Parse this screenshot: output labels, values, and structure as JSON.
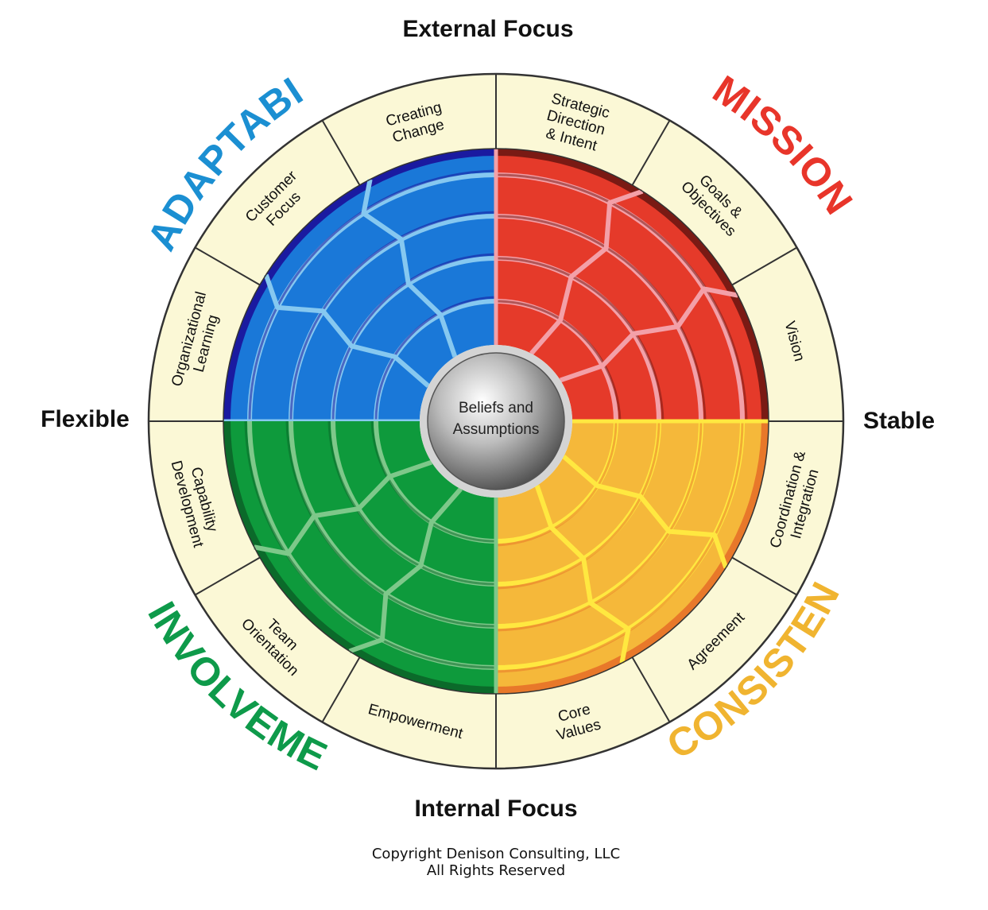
{
  "axes": {
    "top": "External Focus",
    "bottom": "Internal Focus",
    "left": "Flexible",
    "right": "Stable"
  },
  "center": {
    "lines": [
      "Beliefs and",
      "Assumptions"
    ]
  },
  "traits": [
    {
      "id": "adaptability",
      "name": "ADAPTABILITY",
      "color": "#1b8fd2",
      "fill": "#1a78d8",
      "divider": "#1a1aa0",
      "highlight": "#86c8f0",
      "indexes": [
        {
          "lines": [
            "Organizational",
            "Learning"
          ]
        },
        {
          "lines": [
            "Customer",
            "Focus"
          ]
        },
        {
          "lines": [
            "Creating",
            "Change"
          ]
        }
      ]
    },
    {
      "id": "mission",
      "name": "MISSION",
      "color": "#e8352a",
      "fill": "#e53a2a",
      "divider": "#7a1a14",
      "highlight": "#f3a0a8",
      "indexes": [
        {
          "lines": [
            "Strategic",
            "Direction",
            "& Intent"
          ]
        },
        {
          "lines": [
            "Goals &",
            "Objectives"
          ]
        },
        {
          "lines": [
            "Vision"
          ]
        }
      ]
    },
    {
      "id": "consistency",
      "name": "CONSISTENCY",
      "color": "#f0b430",
      "fill": "#f5b83a",
      "divider": "#e8782a",
      "highlight": "#ffe840",
      "indexes": [
        {
          "lines": [
            "Coordination &",
            "Integration"
          ]
        },
        {
          "lines": [
            "Agreement"
          ]
        },
        {
          "lines": [
            "Core",
            "Values"
          ]
        }
      ]
    },
    {
      "id": "involvement",
      "name": "INVOLVEMENT",
      "color": "#0e9a4a",
      "fill": "#0e9a3c",
      "divider": "#0b6a2a",
      "highlight": "#7ec88a",
      "indexes": [
        {
          "lines": [
            "Empowerment"
          ]
        },
        {
          "lines": [
            "Team",
            "Orientation"
          ]
        },
        {
          "lines": [
            "Capability",
            "Development"
          ]
        }
      ]
    }
  ],
  "colors": {
    "outer_ring": "#fbf8d6",
    "outline": "#333333",
    "core": "#9a9a9a"
  },
  "copyright": [
    "Copyright Denison Consulting, LLC",
    "All Rights Reserved"
  ]
}
